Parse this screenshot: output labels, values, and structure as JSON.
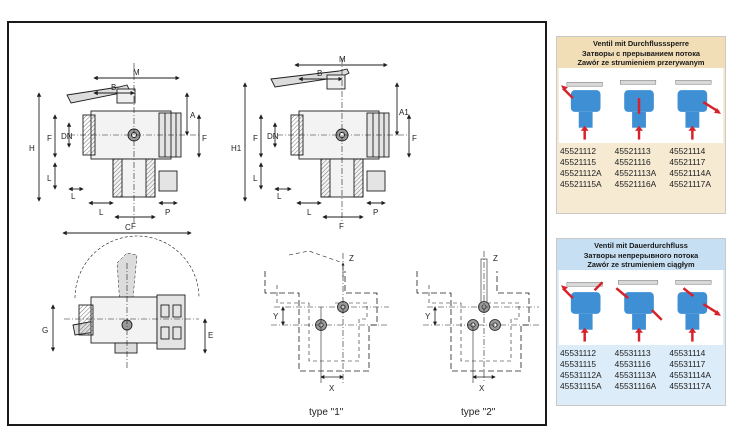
{
  "drawing": {
    "dims": {
      "M": "M",
      "B": "B",
      "A": "A",
      "A1": "A1",
      "H": "H",
      "H1": "H1",
      "F": "F",
      "DN": "DN",
      "L": "L",
      "P": "P",
      "C": "C",
      "G": "G",
      "E": "E",
      "X": "X",
      "Y": "Y",
      "Z": "Z"
    },
    "captions": {
      "type1": "type \"1\"",
      "type2": "type \"2\""
    }
  },
  "panels": [
    {
      "titles": [
        "Ventil mit Durchflusssperre",
        "Затворы с прерыванием потока",
        "Zawór ze strumieniem przerywanym"
      ],
      "codes": [
        "45521112",
        "45521113",
        "45521114",
        "45521115",
        "45521116",
        "45521117",
        "45521112A",
        "45521113A",
        "45521114A",
        "45521115A",
        "45521116A",
        "45521117A"
      ]
    },
    {
      "titles": [
        "Ventil mit Dauerdurchfluss",
        "Затворы непрерывного потока",
        "Zawór ze strumieniem ciągłym"
      ],
      "codes": [
        "45531112",
        "45531113",
        "45531114",
        "45531115",
        "45531116",
        "45531117",
        "45531112A",
        "45531113A",
        "45531114A",
        "45531115A",
        "45531116A",
        "45531117A"
      ]
    }
  ],
  "colors": {
    "valve_blue": "#3f8fd4",
    "arrow_red": "#d5222b",
    "panel_a": "#f6ead3",
    "panel_b": "#dcecf8"
  }
}
